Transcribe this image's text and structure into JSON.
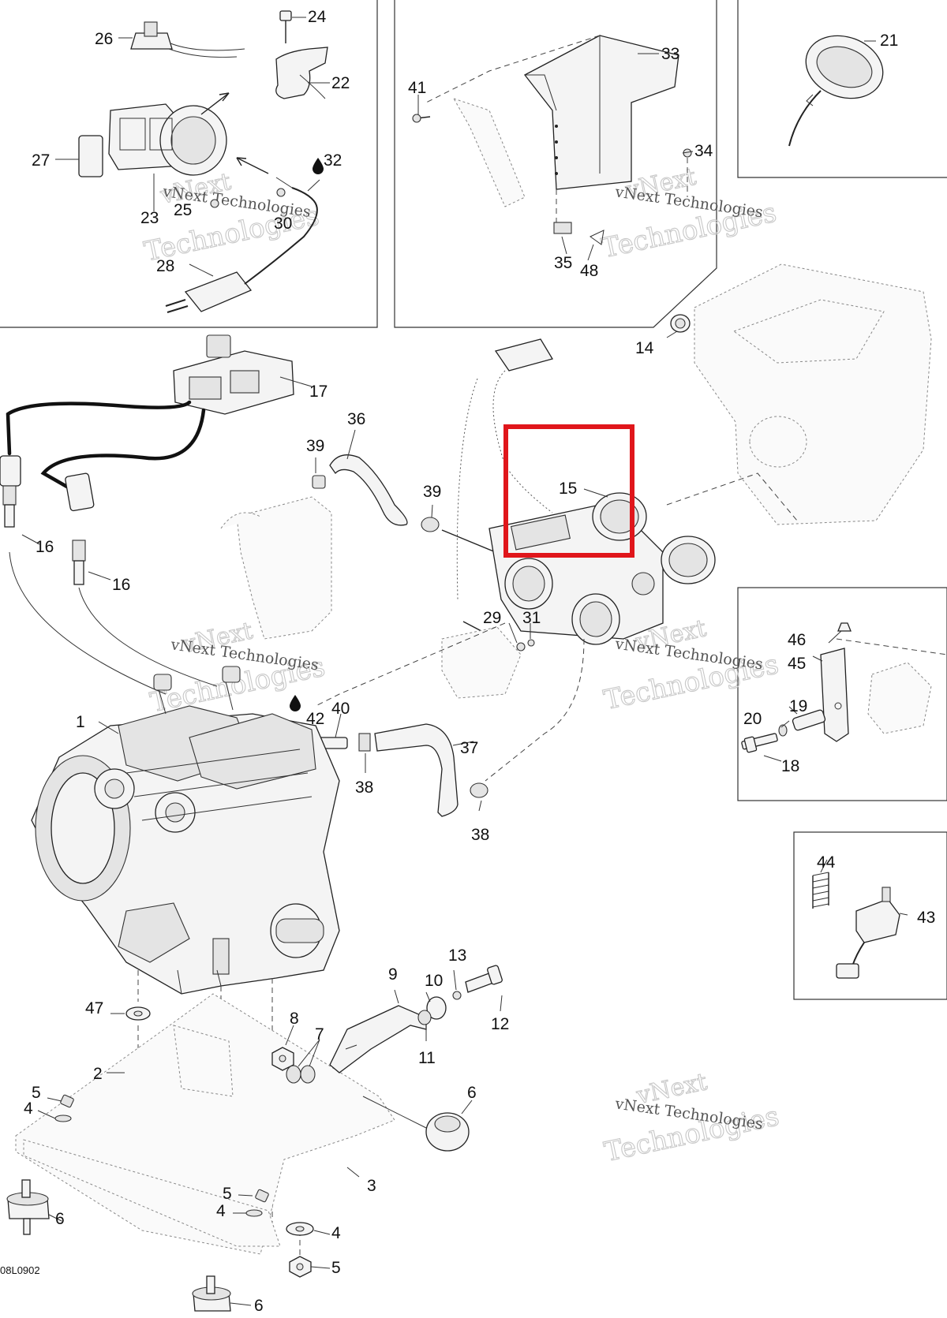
{
  "diagram": {
    "drawing_code": "08L0902",
    "watermark": {
      "line1": "vNext",
      "line2": "Technologies",
      "full": "vNext Technologies"
    },
    "callouts": {
      "c1": "1",
      "c2": "2",
      "c3": "3",
      "c4a": "4",
      "c4b": "4",
      "c4c": "4",
      "c5a": "5",
      "c5b": "5",
      "c5c": "5",
      "c6a": "6",
      "c6b": "6",
      "c6c": "6",
      "c7": "7",
      "c8": "8",
      "c9": "9",
      "c10": "10",
      "c11": "11",
      "c12": "12",
      "c13": "13",
      "c14": "14",
      "c15": "15",
      "c16a": "16",
      "c16b": "16",
      "c17": "17",
      "c18": "18",
      "c19": "19",
      "c20": "20",
      "c21": "21",
      "c22": "22",
      "c23": "23",
      "c24": "24",
      "c25": "25",
      "c26": "26",
      "c27": "27",
      "c28": "28",
      "c29": "29",
      "c30": "30",
      "c31": "31",
      "c32": "32",
      "c33": "33",
      "c34": "34",
      "c35": "35",
      "c36": "36",
      "c37": "37",
      "c38a": "38",
      "c38b": "38",
      "c39a": "39",
      "c39b": "39",
      "c40": "40",
      "c41": "41",
      "c42": "42",
      "c43": "43",
      "c44": "44",
      "c45": "45",
      "c46": "46",
      "c47": "47",
      "c48": "48"
    },
    "highlight_color": "#e0161b"
  }
}
